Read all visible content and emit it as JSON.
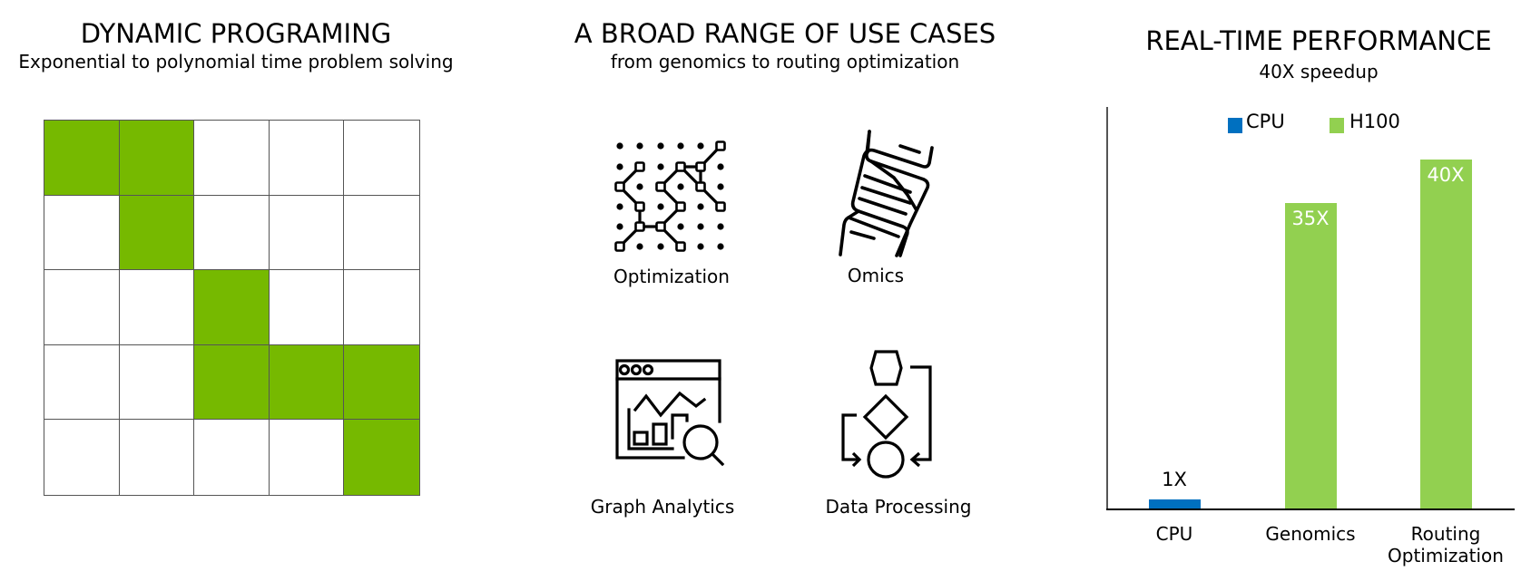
{
  "panels": {
    "dynamic_programming": {
      "title": "DYNAMIC PROGRAMING",
      "subtitle": "Exponential to polynomial time problem solving",
      "grid": {
        "rows": 5,
        "cols": 5,
        "fill_color": "#76b900",
        "filled_cells": [
          [
            0,
            0
          ],
          [
            0,
            1
          ],
          [
            1,
            1
          ],
          [
            2,
            2
          ],
          [
            3,
            2
          ],
          [
            3,
            3
          ],
          [
            3,
            4
          ],
          [
            4,
            4
          ]
        ]
      }
    },
    "use_cases": {
      "title": "A BROAD RANGE OF USE CASES",
      "subtitle": "from genomics to routing optimization",
      "items": [
        {
          "label": "Optimization",
          "icon": "network-graph-icon"
        },
        {
          "label": "Omics",
          "icon": "dna-icon"
        },
        {
          "label": "Graph Analytics",
          "icon": "chart-magnifier-icon"
        },
        {
          "label": "Data Processing",
          "icon": "flowchart-icon"
        }
      ]
    },
    "performance": {
      "title": "REAL-TIME PERFORMANCE",
      "subtitle": "40X speedup"
    }
  },
  "chart_data": {
    "type": "bar",
    "title": "REAL-TIME PERFORMANCE",
    "subtitle": "40X speedup",
    "categories": [
      "CPU",
      "Genomics",
      "Routing Optimization"
    ],
    "category_lines": [
      [
        "CPU"
      ],
      [
        "Genomics"
      ],
      [
        "Routing",
        "Optimization"
      ]
    ],
    "series": [
      {
        "name": "CPU",
        "color": "#0070c0",
        "values": [
          1,
          null,
          null
        ]
      },
      {
        "name": "H100",
        "color": "#92d050",
        "values": [
          null,
          35,
          40
        ]
      }
    ],
    "data_labels": [
      "1X",
      "35X",
      "40X"
    ],
    "legend": [
      "CPU",
      "H100"
    ],
    "legend_position": "top",
    "xlabel": "",
    "ylabel": "",
    "ylim": [
      0,
      46
    ],
    "grid": false
  }
}
